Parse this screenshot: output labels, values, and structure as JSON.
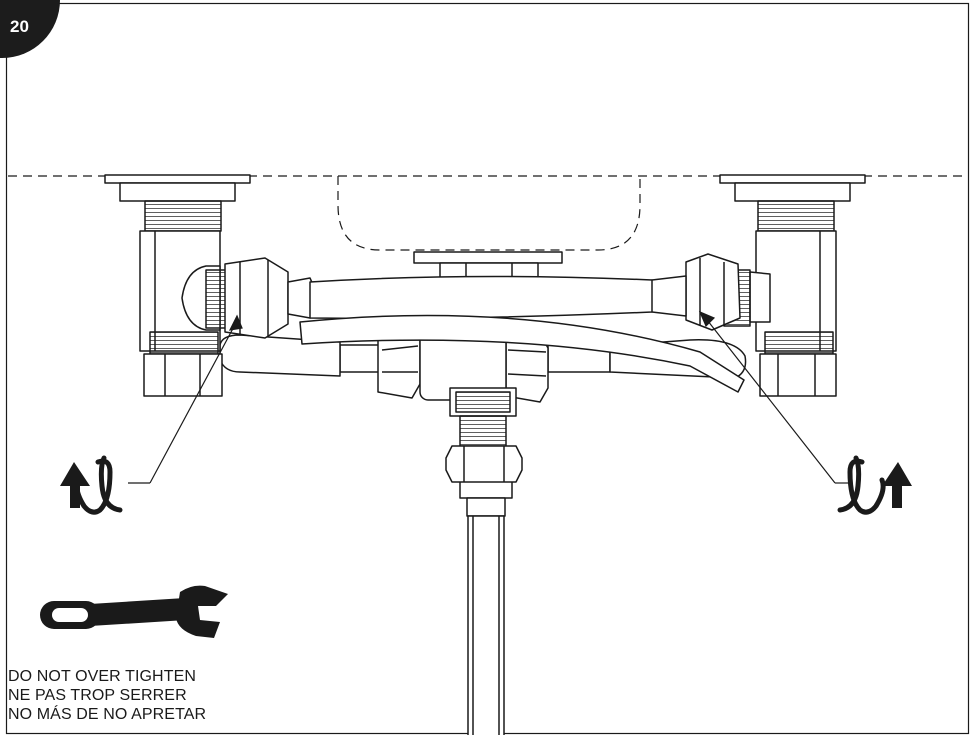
{
  "step": {
    "number": "20"
  },
  "warning": {
    "lines": [
      "DO NOT OVER TIGHTEN",
      "NE PAS TROP SERRER",
      "NO MÁS DE NO APRETAR"
    ]
  },
  "icons": {
    "left_rotation": "counterclockwise-rotation-icon",
    "right_rotation": "clockwise-rotation-icon",
    "tool": "adjustable-wrench-icon"
  },
  "colors": {
    "line": "#1a1a1a",
    "badge": "#1c1c1c",
    "background": "#ffffff"
  }
}
